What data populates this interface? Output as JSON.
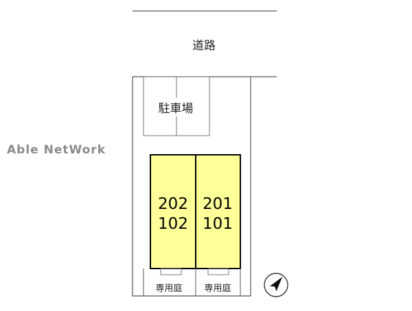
{
  "road_label": "道路",
  "parking_label": "駐車場",
  "watermark": "Able NetWork",
  "units": [
    {
      "upper": "202",
      "lower": "102",
      "garden_label": "専用庭"
    },
    {
      "upper": "201",
      "lower": "101",
      "garden_label": "専用庭"
    }
  ],
  "compass": {
    "icon": "north-arrow-icon",
    "north_bearing_deg": 38
  },
  "colors": {
    "unit_fill": "#ffff99",
    "unit_stroke": "#000000",
    "line": "#555555",
    "watermark": "#8a8a8a"
  }
}
